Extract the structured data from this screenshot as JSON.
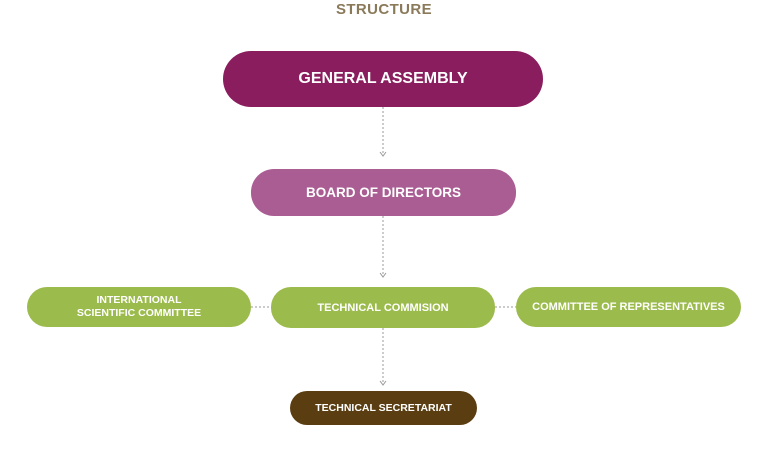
{
  "title": "STRUCTURE",
  "colors": {
    "title": "#8a7a5a",
    "general_assembly": "#8a1d5e",
    "board_of_directors": "#a95d93",
    "green_nodes": "#9bbb4c",
    "technical_secretariat": "#5a3e12",
    "connector": "#999999"
  },
  "nodes": {
    "general_assembly": "GENERAL ASSEMBLY",
    "board_of_directors": "BOARD OF DIRECTORS",
    "international_scientific_committee_line1": "INTERNATIONAL",
    "international_scientific_committee_line2": "SCIENTIFIC COMMITTEE",
    "technical_commision": "TECHNICAL COMMISION",
    "committee_of_representatives": "COMMITTEE OF REPRESENTATIVES",
    "technical_secretariat": "TECHNICAL SECRETARIAT"
  }
}
